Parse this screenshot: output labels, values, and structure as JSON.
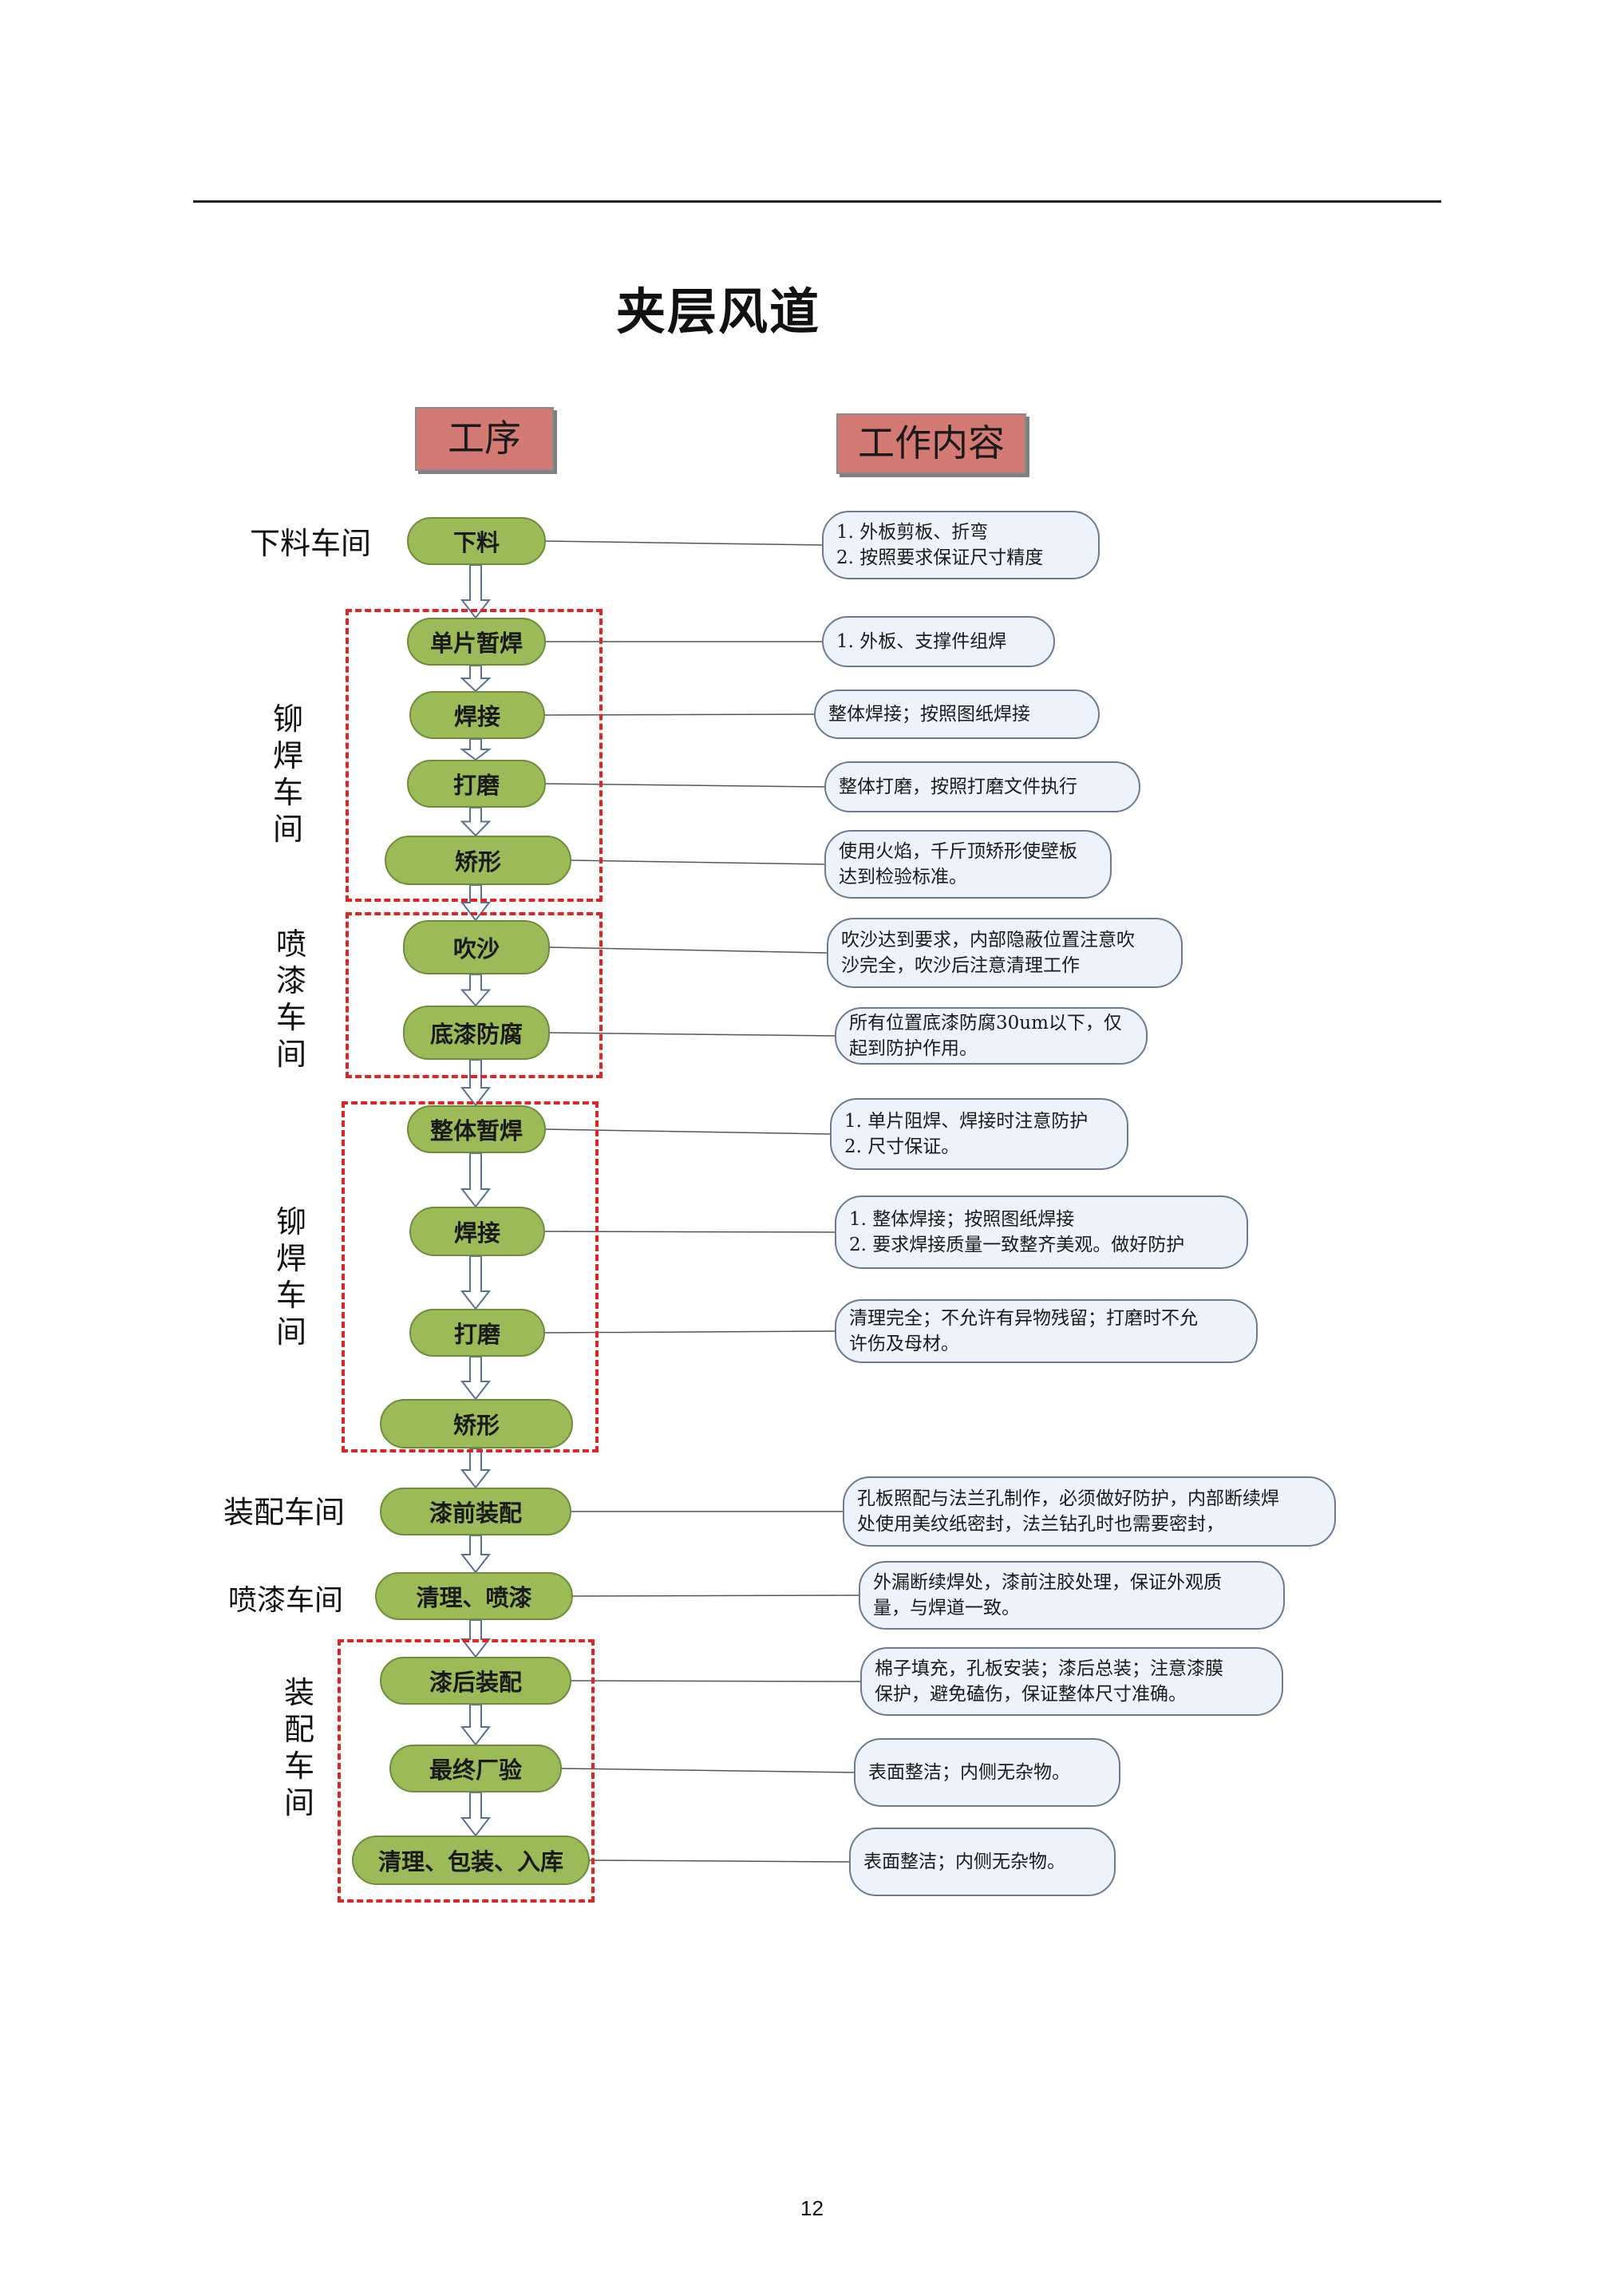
{
  "title": "夹层风道",
  "headers": {
    "process": "工序",
    "content": "工作内容"
  },
  "steps": [
    {
      "label": "下料",
      "desc": [
        "1. 外板剪板、折弯",
        "2. 按照要求保证尺寸精度"
      ]
    },
    {
      "label": "单片暂焊",
      "desc": [
        "1. 外板、支撑件组焊"
      ]
    },
    {
      "label": "焊接",
      "desc": [
        "整体焊接；按照图纸焊接"
      ]
    },
    {
      "label": "打磨",
      "desc": [
        "整体打磨，按照打磨文件执行"
      ]
    },
    {
      "label": "矫形",
      "desc": [
        "使用火焰，千斤顶矫形使壁板",
        "达到检验标准。"
      ]
    },
    {
      "label": "吹沙",
      "desc": [
        "吹沙达到要求，内部隐蔽位置注意吹",
        "沙完全，吹沙后注意清理工作"
      ]
    },
    {
      "label": "底漆防腐",
      "desc": [
        "所有位置底漆防腐30um以下，仅",
        "起到防护作用。"
      ]
    },
    {
      "label": "整体暂焊",
      "desc": [
        "1. 单片阻焊、焊接时注意防护",
        "2. 尺寸保证。"
      ]
    },
    {
      "label": "焊接",
      "desc": [
        "1. 整体焊接；按照图纸焊接",
        "2. 要求焊接质量一致整齐美观。做好防护"
      ]
    },
    {
      "label": "打磨",
      "desc": [
        "清理完全；不允许有异物残留；打磨时不允",
        "许伤及母材。"
      ]
    },
    {
      "label": "矫形",
      "desc": []
    },
    {
      "label": "漆前装配",
      "desc": [
        "孔板照配与法兰孔制作，必须做好防护，内部断续焊",
        "处使用美纹纸密封，法兰钻孔时也需要密封，"
      ]
    },
    {
      "label": "清理、喷漆",
      "desc": [
        "外漏断续焊处，漆前注胶处理，保证外观质",
        "量，与焊道一致。"
      ]
    },
    {
      "label": "漆后装配",
      "desc": [
        "棉子填充，孔板安装；漆后总装；注意漆膜",
        "保护，避免磕伤，保证整体尺寸准确。"
      ]
    },
    {
      "label": "最终厂验",
      "desc": [
        "表面整洁；内侧无杂物。"
      ]
    },
    {
      "label": "清理、包装、入库",
      "desc": [
        "表面整洁；内侧无杂物。"
      ]
    }
  ],
  "workshops": {
    "cutting": "下料车间",
    "riveting_1": "铆焊车间",
    "painting_1": "喷漆车间",
    "riveting_2": "铆焊车间",
    "assembly_1": "装配车间",
    "painting_2": "喷漆车间",
    "assembly_2": "装配车间"
  },
  "page_number": "12",
  "colors": {
    "step_fill": "#9bbb59",
    "header_fill": "#d47a74",
    "desc_fill": "#eef3fb",
    "group_dash": "#e02424"
  }
}
